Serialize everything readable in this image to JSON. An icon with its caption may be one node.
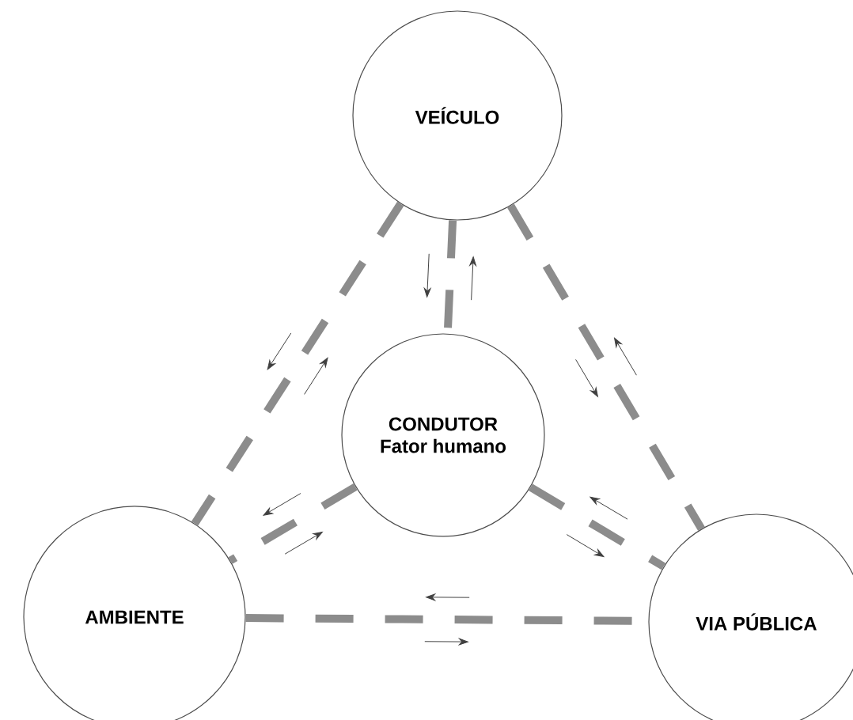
{
  "diagram": {
    "nodes": [
      {
        "text": [
          "VEÍCULO"
        ]
      },
      {
        "text": [
          "CONDUTOR",
          "Fator humano"
        ]
      },
      {
        "text": [
          "AMBIENTE"
        ]
      },
      {
        "text": [
          "VIA PÚBLICA"
        ]
      }
    ],
    "edges": [
      {
        "from": 0,
        "to": 1,
        "arrow": "none",
        "style": "dashed"
      },
      {
        "from": 0,
        "to": 2,
        "arrow": "none",
        "style": "dashed"
      },
      {
        "from": 0,
        "to": 3,
        "arrow": "none",
        "style": "dashed"
      },
      {
        "from": 1,
        "to": 2,
        "arrow": "none",
        "style": "dashed"
      },
      {
        "from": 1,
        "to": 3,
        "arrow": "none",
        "style": "dashed"
      },
      {
        "from": 2,
        "to": 3,
        "arrow": "none",
        "style": "dashed"
      }
    ]
  }
}
